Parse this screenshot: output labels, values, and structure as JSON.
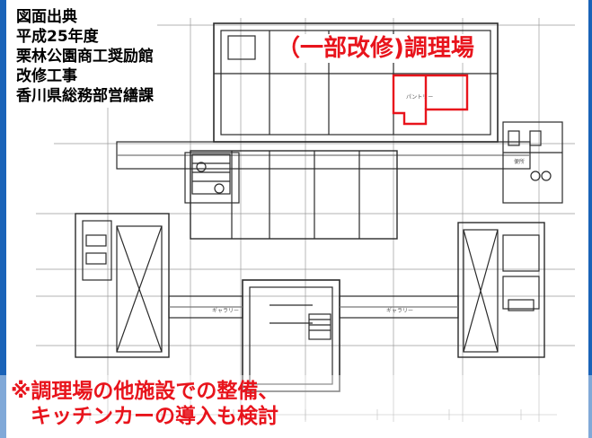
{
  "source": {
    "lines": [
      "図面出典",
      "平成25年度",
      "栗林公園商工奨励館",
      "改修工事",
      "香川県総務部営繕課"
    ]
  },
  "annotation_title": "（一部改修)調理場",
  "note": {
    "line1": "※調理場の他施設での整備、",
    "line2": "キッチンカーの導入も検討"
  },
  "plan_labels": {
    "pantry": "パントリー",
    "gallery_left": "ギャラリー",
    "gallery_right": "ギャラリー",
    "toilet": "便所"
  },
  "colors": {
    "accent_red": "#e8141c",
    "frame_blue": "#1a63b8"
  }
}
